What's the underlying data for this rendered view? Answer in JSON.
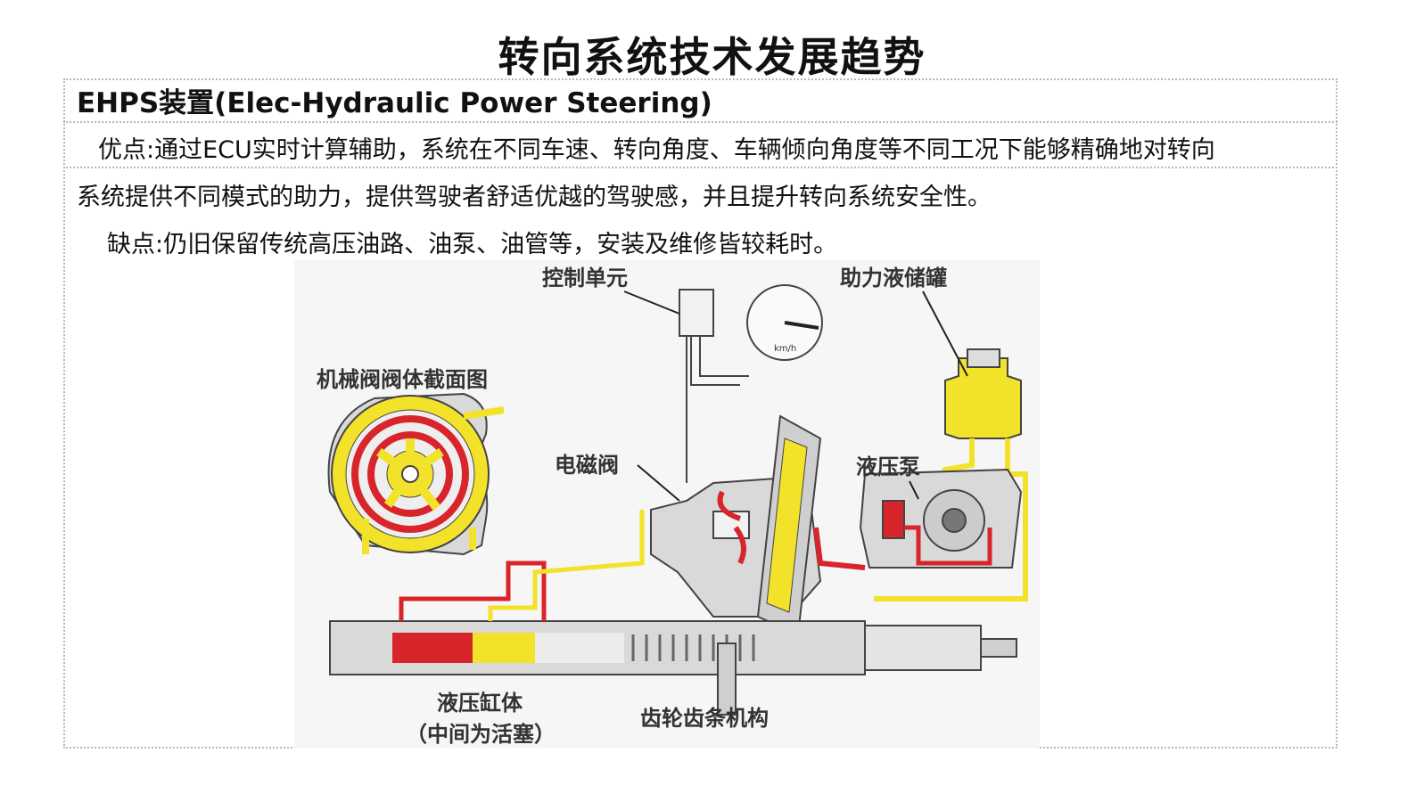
{
  "title": "转向系统技术发展趋势",
  "subtitle": "EHPS装置(Elec-Hydraulic Power Steering)",
  "lines": [
    "优点:通过ECU实时计算辅助，系统在不同车速、转向角度、车辆倾向角度等不同工况下能够精确地对转向",
    "系统提供不同模式的助力，提供驾驶者舒适优越的驾驶感，并且提升转向系统安全性。",
    "缺点:仍旧保留传统高压油路、油泵、油管等，安装及维修皆较耗时。"
  ],
  "diagram": {
    "labels": {
      "control_unit": "控制单元",
      "reservoir": "助力液储罐",
      "valve_section": "机械阀阀体截面图",
      "solenoid": "电磁阀",
      "pump": "液压泵",
      "cylinder": "液压缸体",
      "piston_note": "（中间为活塞）",
      "rack": "齿轮齿条机构",
      "speedo_unit": "km/h"
    },
    "colors": {
      "high_pressure": "#d8252b",
      "low_pressure": "#f2e22a",
      "metal": "#d9d9d9",
      "outline": "#444444"
    }
  }
}
